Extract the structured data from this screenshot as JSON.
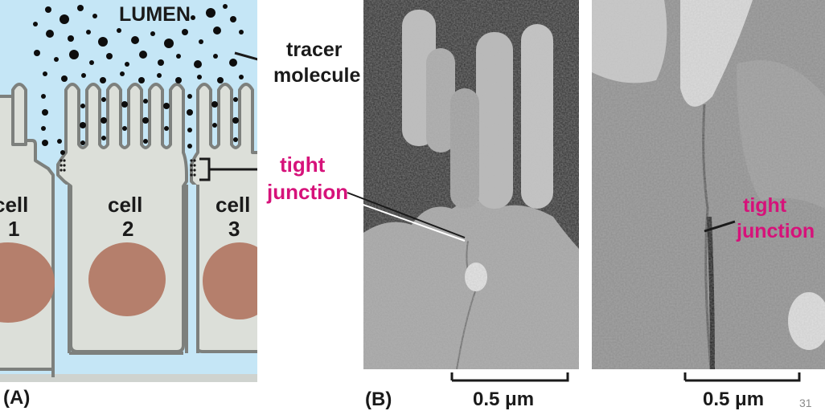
{
  "panel_a": {
    "lumen_label": "LUMEN",
    "tracer_label_line1": "tracer",
    "tracer_label_line2": "molecule",
    "tight_junction_line1": "tight",
    "tight_junction_line2": "junction",
    "cell1_line1": "cell",
    "cell1_line2": "1",
    "cell2_line1": "cell",
    "cell2_line2": "2",
    "cell3_line1": "cell",
    "cell3_line2": "3",
    "panel_letter": "(A)"
  },
  "panel_b": {
    "panel_letter": "(B)",
    "scale_bar_left": "0.5 μm",
    "scale_bar_right": "0.5 μm",
    "tight_junction_line1": "tight",
    "tight_junction_line2": "junction"
  },
  "page_number": "31",
  "colors": {
    "lumen": "#c5e6f6",
    "cell": "#dcdfd9",
    "membrane": "#7d807d",
    "nucleus": "#b57f6c",
    "tracer": "#0d0d0d",
    "highlight": "#d6127a"
  }
}
